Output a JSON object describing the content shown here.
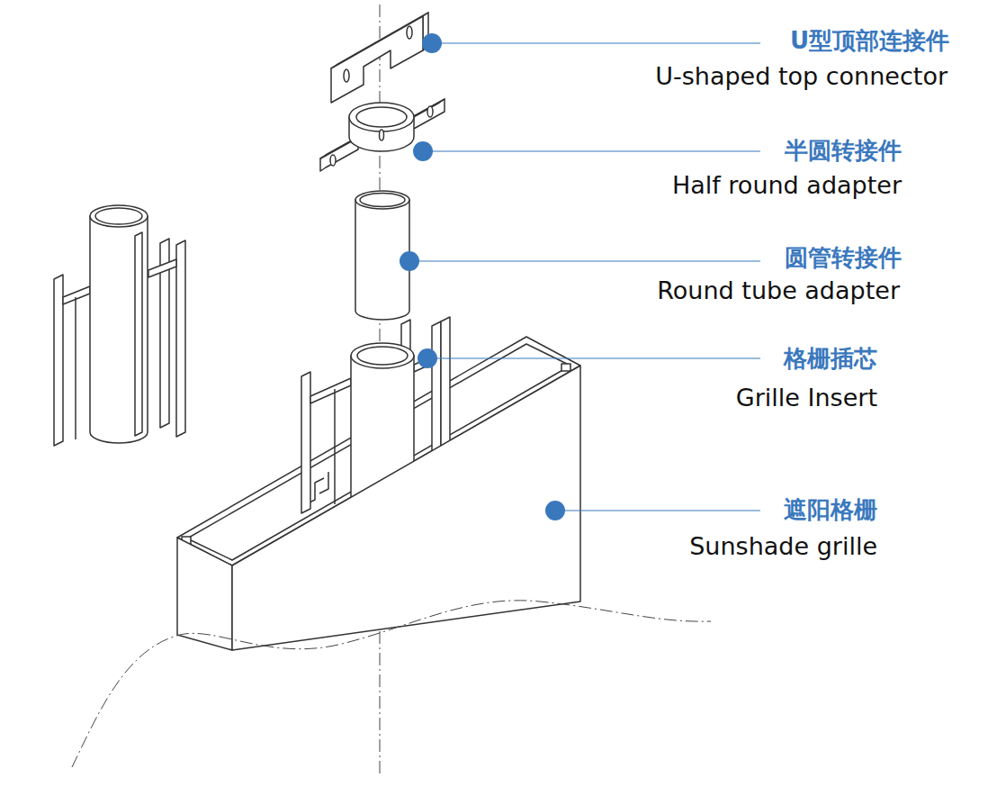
{
  "diagram": {
    "labels": [
      "U型顶部连接件",
      "U-shaped top connector",
      "半圆转接件",
      "Half round adapter",
      "圆管转接件",
      "Round tube adapter",
      "格栅插芯",
      "Grille Insert",
      "遮阳格栅",
      "Sunshade grille"
    ]
  }
}
